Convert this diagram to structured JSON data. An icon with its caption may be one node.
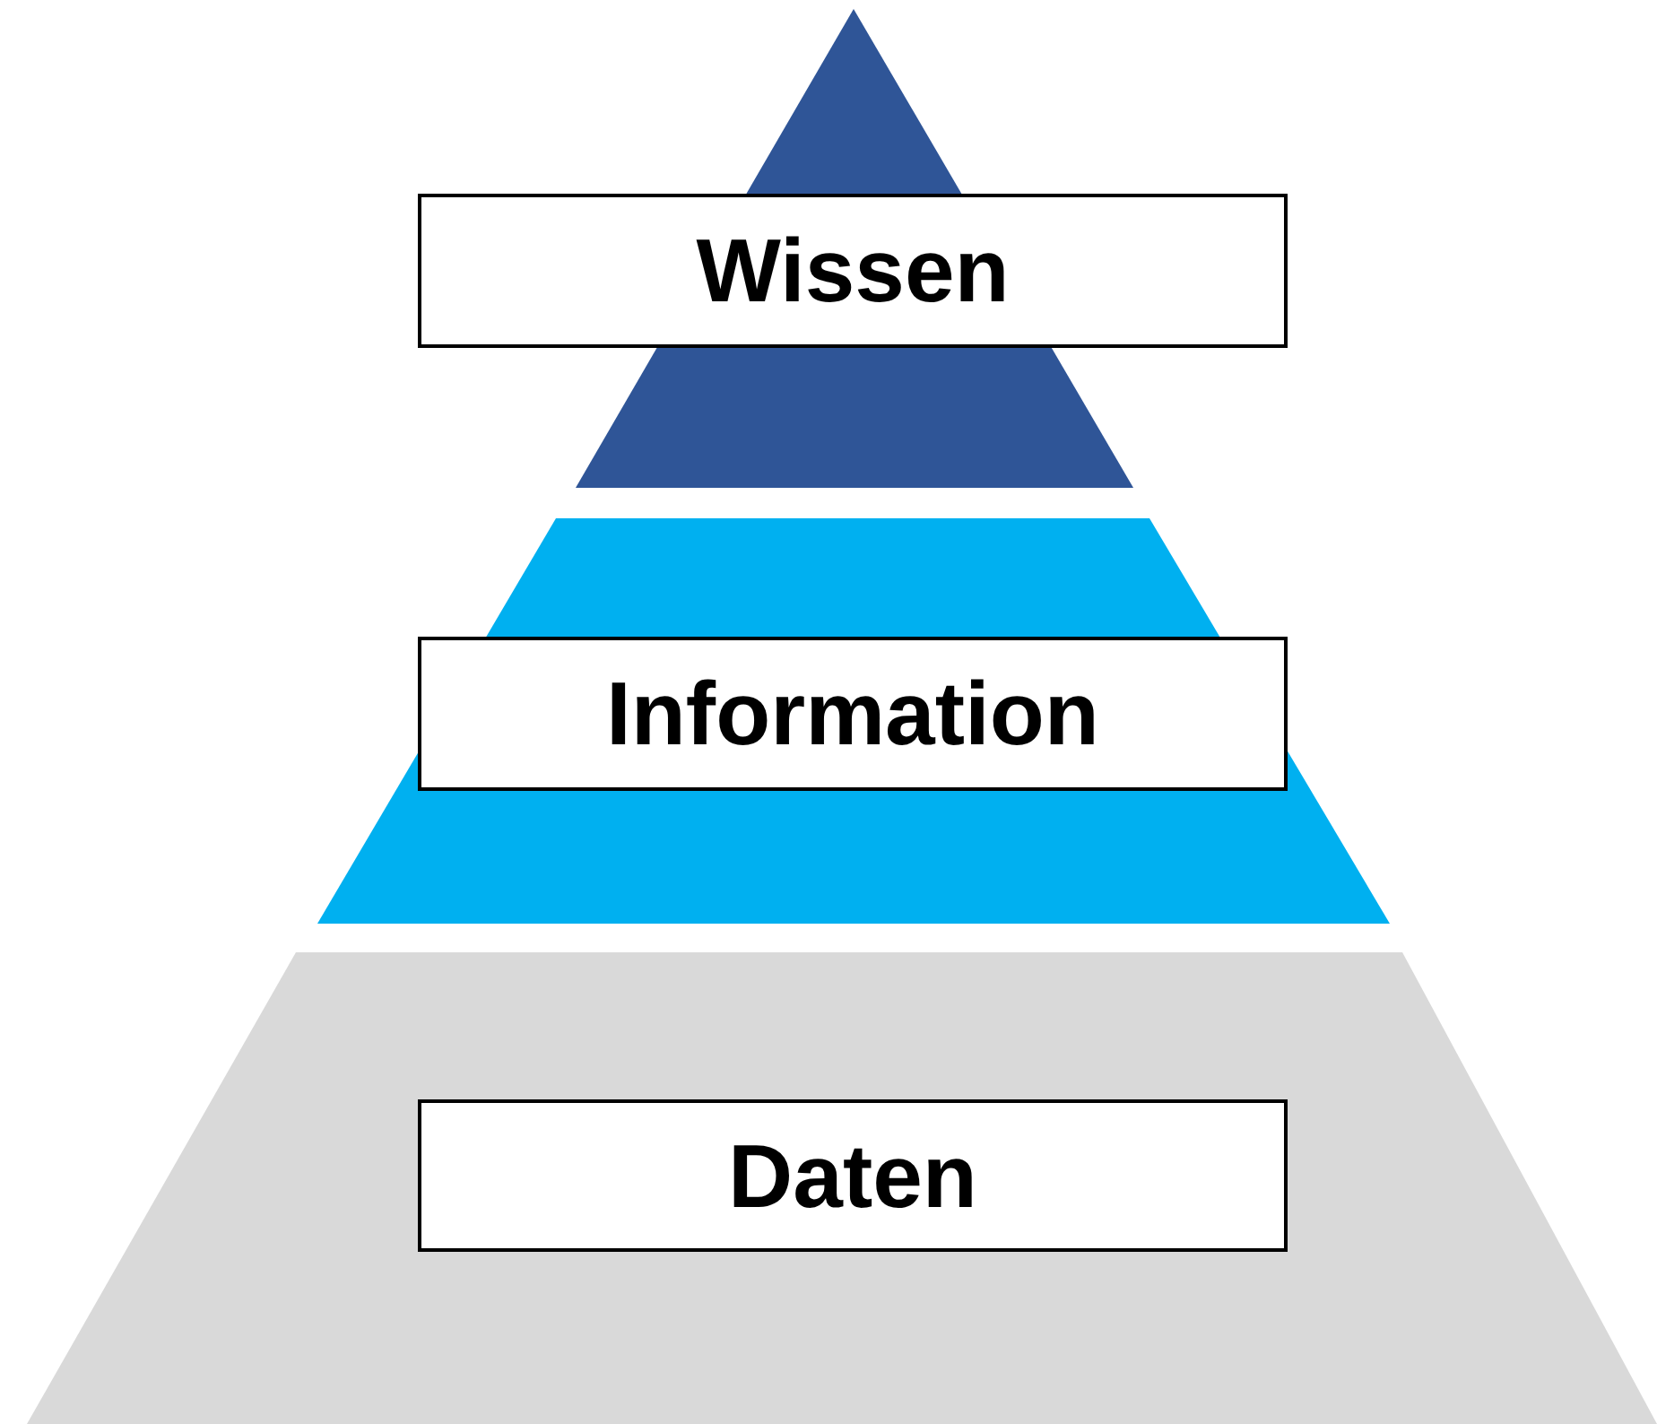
{
  "diagram": {
    "nodes": [
      {
        "text": [
          "Wissen"
        ]
      },
      {
        "text": [
          "Information"
        ]
      },
      {
        "text": [
          "Daten"
        ]
      }
    ]
  }
}
